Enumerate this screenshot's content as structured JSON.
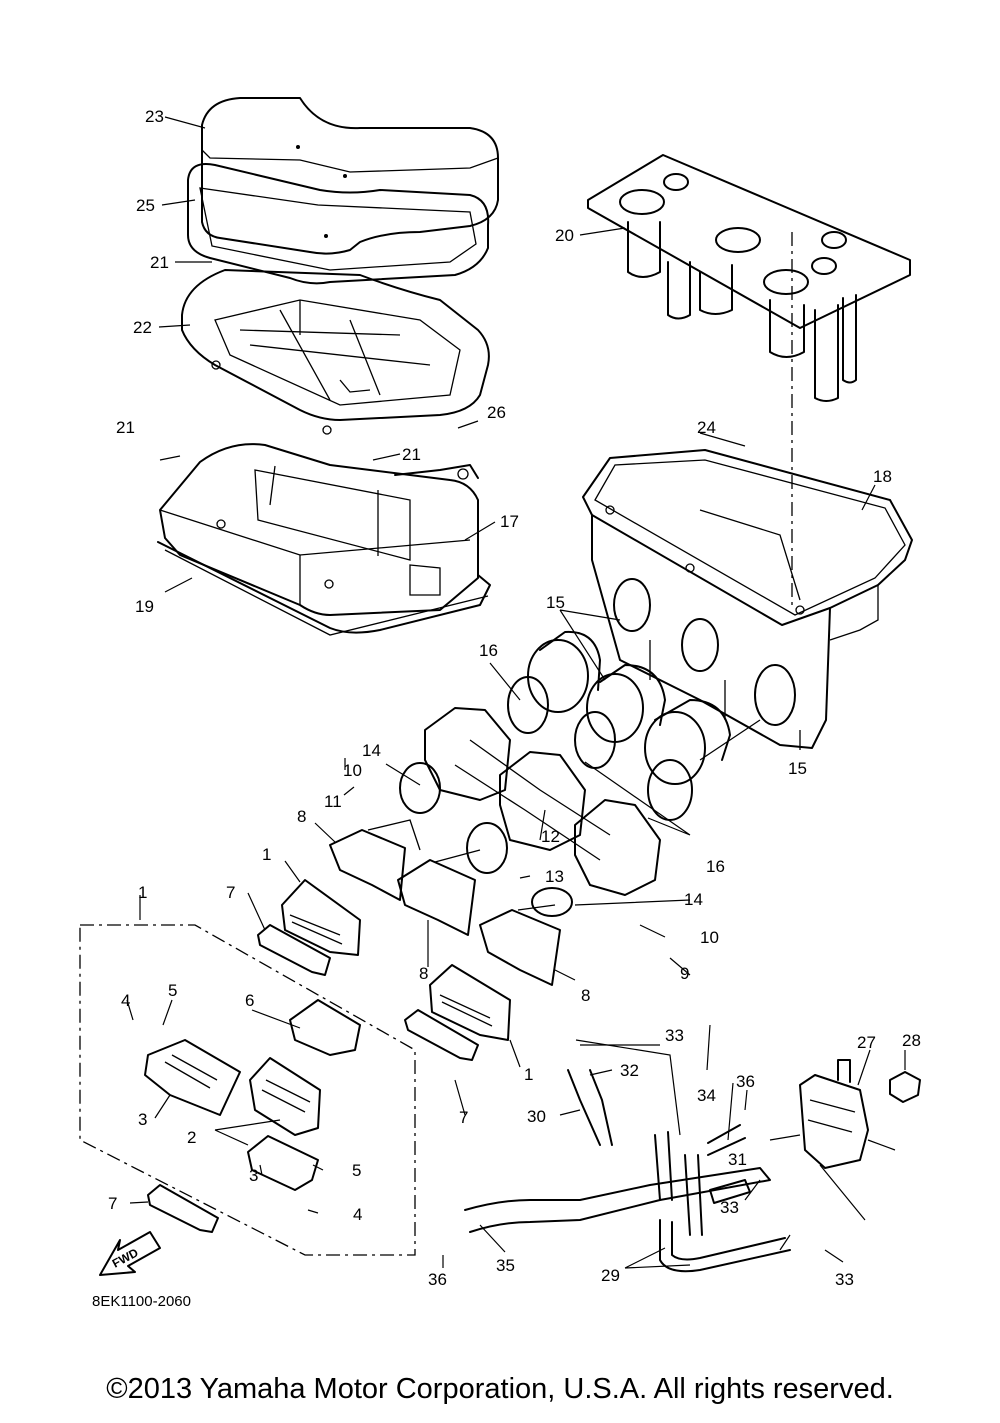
{
  "drawing_code": "8EK1100-2060",
  "copyright": "©2013 Yamaha Motor Corporation, U.S.A. All rights reserved.",
  "fwd_label": "FWD",
  "callouts": [
    {
      "id": "c23",
      "text": "23"
    },
    {
      "id": "c25",
      "text": "25"
    },
    {
      "id": "c21a",
      "text": "21"
    },
    {
      "id": "c22",
      "text": "22"
    },
    {
      "id": "c20",
      "text": "20"
    },
    {
      "id": "c26",
      "text": "26"
    },
    {
      "id": "c21b",
      "text": "21"
    },
    {
      "id": "c21c",
      "text": "21"
    },
    {
      "id": "c24",
      "text": "24"
    },
    {
      "id": "c17",
      "text": "17"
    },
    {
      "id": "c18",
      "text": "18"
    },
    {
      "id": "c19",
      "text": "19"
    },
    {
      "id": "c15a",
      "text": "15"
    },
    {
      "id": "c16a",
      "text": "16"
    },
    {
      "id": "c15b",
      "text": "15"
    },
    {
      "id": "c14a",
      "text": "14"
    },
    {
      "id": "c10a",
      "text": "10"
    },
    {
      "id": "c11",
      "text": "11"
    },
    {
      "id": "c12",
      "text": "12"
    },
    {
      "id": "c8a",
      "text": "8"
    },
    {
      "id": "c1a",
      "text": "1"
    },
    {
      "id": "c16b",
      "text": "16"
    },
    {
      "id": "c13",
      "text": "13"
    },
    {
      "id": "c14b",
      "text": "14"
    },
    {
      "id": "c7a",
      "text": "7"
    },
    {
      "id": "c1b",
      "text": "1"
    },
    {
      "id": "c10b",
      "text": "10"
    },
    {
      "id": "c8b",
      "text": "8"
    },
    {
      "id": "c9",
      "text": "9"
    },
    {
      "id": "c8c",
      "text": "8"
    },
    {
      "id": "c4a",
      "text": "4"
    },
    {
      "id": "c5a",
      "text": "5"
    },
    {
      "id": "c6",
      "text": "6"
    },
    {
      "id": "c33a",
      "text": "33"
    },
    {
      "id": "c27",
      "text": "27"
    },
    {
      "id": "c28",
      "text": "28"
    },
    {
      "id": "c1c",
      "text": "1"
    },
    {
      "id": "c7b",
      "text": "7"
    },
    {
      "id": "c32",
      "text": "32"
    },
    {
      "id": "c3a",
      "text": "3"
    },
    {
      "id": "c30",
      "text": "30"
    },
    {
      "id": "c34",
      "text": "34"
    },
    {
      "id": "c36a",
      "text": "36"
    },
    {
      "id": "c2",
      "text": "2"
    },
    {
      "id": "c31",
      "text": "31"
    },
    {
      "id": "c5b",
      "text": "5"
    },
    {
      "id": "c3b",
      "text": "3"
    },
    {
      "id": "c33b",
      "text": "33"
    },
    {
      "id": "c7c",
      "text": "7"
    },
    {
      "id": "c4b",
      "text": "4"
    },
    {
      "id": "c36b",
      "text": "36"
    },
    {
      "id": "c35",
      "text": "35"
    },
    {
      "id": "c29",
      "text": "29"
    },
    {
      "id": "c33c",
      "text": "33"
    }
  ]
}
